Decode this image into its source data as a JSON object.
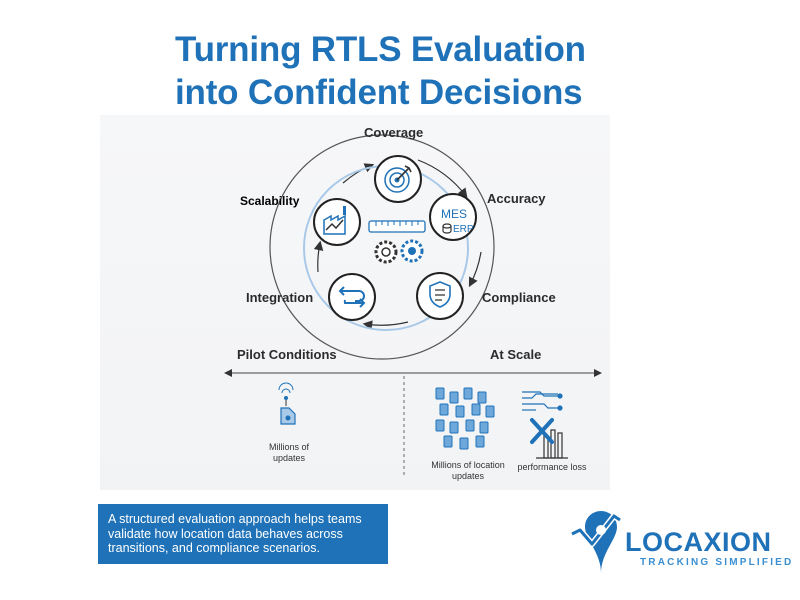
{
  "header": {
    "title": "Turning RTLS Evaluation into Confident Decisions"
  },
  "cycle": {
    "nodes": [
      {
        "label": "Coverage",
        "icon": "target-icon"
      },
      {
        "label": "Accuracy",
        "icon": "mes-erp-icon",
        "icon_text_1": "MES",
        "icon_text_2": "ERP"
      },
      {
        "label": "Compliance",
        "icon": "shield-checklist-icon"
      },
      {
        "label": "Integration",
        "icon": "exchange-arrows-icon"
      },
      {
        "label": "Scalability",
        "icon": "factory-chart-icon"
      }
    ],
    "center_icon": "gears-ruler-icon"
  },
  "comparison": {
    "left_label": "Pilot Conditions",
    "right_label": "At Scale",
    "left_caption": "Millions of updates",
    "right_caption_1": "Millions of location updates",
    "right_caption_2": "performance loss"
  },
  "info_box": {
    "text": "A structured evaluation approach helps teams validate how location data behaves across transitions, and compliance scenarios."
  },
  "logo": {
    "name": "LOCAXION",
    "tagline": "TRACKING SIMPLIFIED"
  },
  "colors": {
    "brand_blue": "#1f72b8",
    "dark": "#2b2b2b",
    "accent": "#3b8fd1"
  }
}
